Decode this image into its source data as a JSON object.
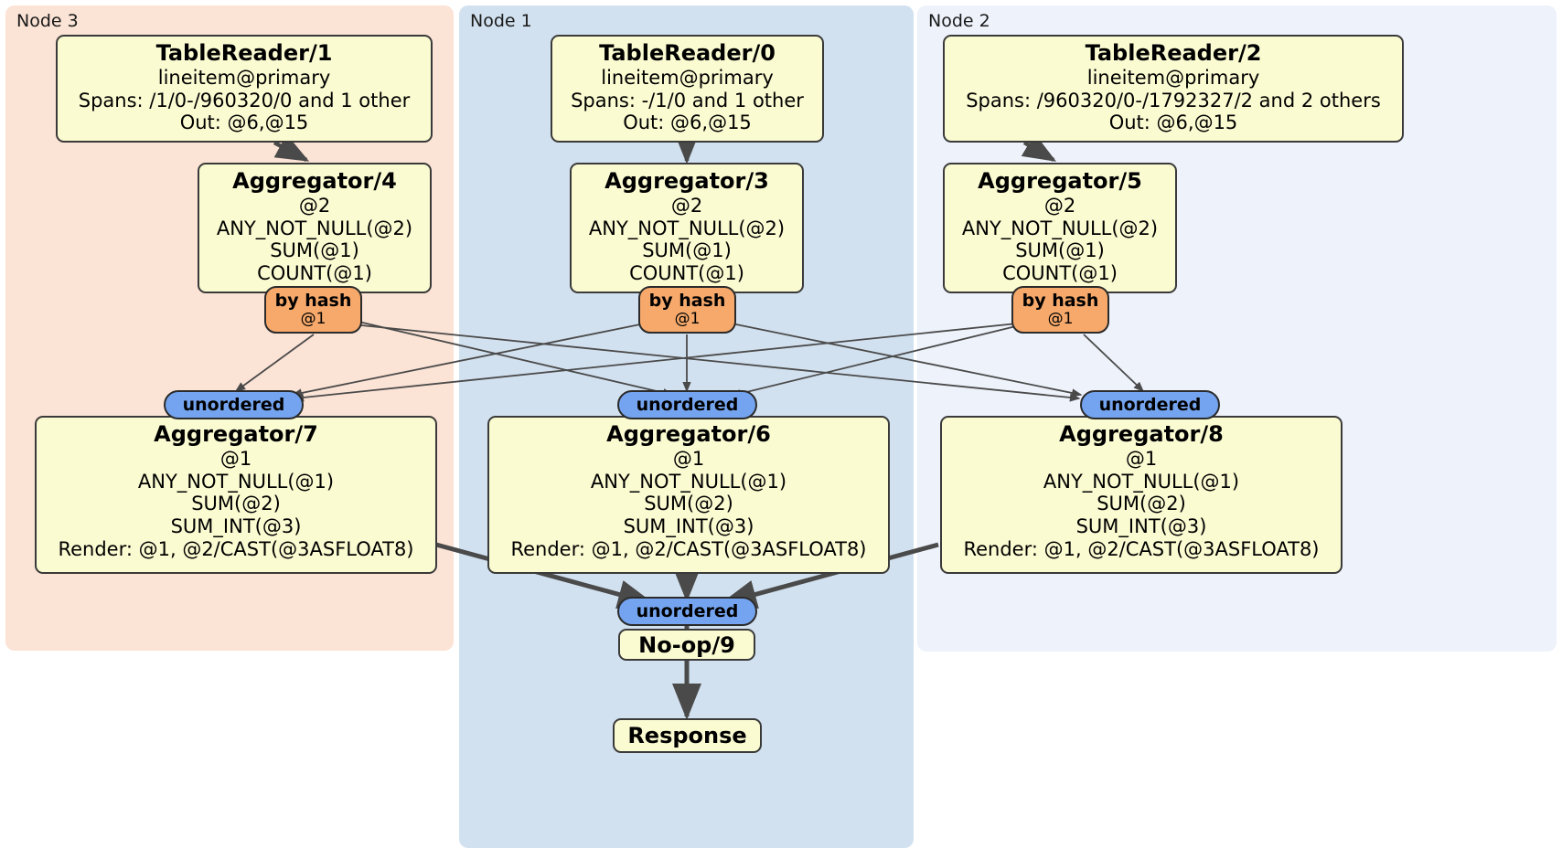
{
  "diagram": {
    "type": "distributed-query-plan",
    "colors": {
      "node3_panel": "#fbe3d5",
      "node1_panel": "#d2e1ef",
      "node2_panel": "#eef2fb",
      "processor_box": "#fbfbd2",
      "box_border": "#3a3a3a",
      "hash_badge": "#f6a96b",
      "unordered_badge": "#74a4ef",
      "edge": "#4a4a4a"
    },
    "panels": [
      {
        "id": "node3",
        "label": "Node 3"
      },
      {
        "id": "node1",
        "label": "Node 1"
      },
      {
        "id": "node2",
        "label": "Node 2"
      }
    ],
    "boxes": {
      "tablereader1": {
        "title": "TableReader/1",
        "lines": [
          "lineitem@primary",
          "Spans: /1/0-/960320/0 and 1 other",
          "Out: @6,@15"
        ]
      },
      "tablereader0": {
        "title": "TableReader/0",
        "lines": [
          "lineitem@primary",
          "Spans: -/1/0 and 1 other",
          "Out: @6,@15"
        ]
      },
      "tablereader2": {
        "title": "TableReader/2",
        "lines": [
          "lineitem@primary",
          "Spans: /960320/0-/1792327/2 and 2 others",
          "Out: @6,@15"
        ]
      },
      "aggregator4": {
        "title": "Aggregator/4",
        "lines": [
          "@2",
          "ANY_NOT_NULL(@2)",
          "SUM(@1)",
          "COUNT(@1)"
        ]
      },
      "aggregator3": {
        "title": "Aggregator/3",
        "lines": [
          "@2",
          "ANY_NOT_NULL(@2)",
          "SUM(@1)",
          "COUNT(@1)"
        ]
      },
      "aggregator5": {
        "title": "Aggregator/5",
        "lines": [
          "@2",
          "ANY_NOT_NULL(@2)",
          "SUM(@1)",
          "COUNT(@1)"
        ]
      },
      "aggregator7": {
        "title": "Aggregator/7",
        "lines": [
          "@1",
          "ANY_NOT_NULL(@1)",
          "SUM(@2)",
          "SUM_INT(@3)",
          "Render: @1, @2/CAST(@3ASFLOAT8)"
        ]
      },
      "aggregator6": {
        "title": "Aggregator/6",
        "lines": [
          "@1",
          "ANY_NOT_NULL(@1)",
          "SUM(@2)",
          "SUM_INT(@3)",
          "Render: @1, @2/CAST(@3ASFLOAT8)"
        ]
      },
      "aggregator8": {
        "title": "Aggregator/8",
        "lines": [
          "@1",
          "ANY_NOT_NULL(@1)",
          "SUM(@2)",
          "SUM_INT(@3)",
          "Render: @1, @2/CAST(@3ASFLOAT8)"
        ]
      },
      "noop9": {
        "title": "No-op/9",
        "lines": []
      },
      "response": {
        "title": "Response",
        "lines": []
      }
    },
    "badges": {
      "hash_left": {
        "title": "by hash",
        "sub": "@1"
      },
      "hash_mid": {
        "title": "by hash",
        "sub": "@1"
      },
      "hash_right": {
        "title": "by hash",
        "sub": "@1"
      },
      "unordered_left": {
        "title": "unordered"
      },
      "unordered_mid": {
        "title": "unordered"
      },
      "unordered_right": {
        "title": "unordered"
      },
      "unordered_final": {
        "title": "unordered"
      }
    }
  }
}
